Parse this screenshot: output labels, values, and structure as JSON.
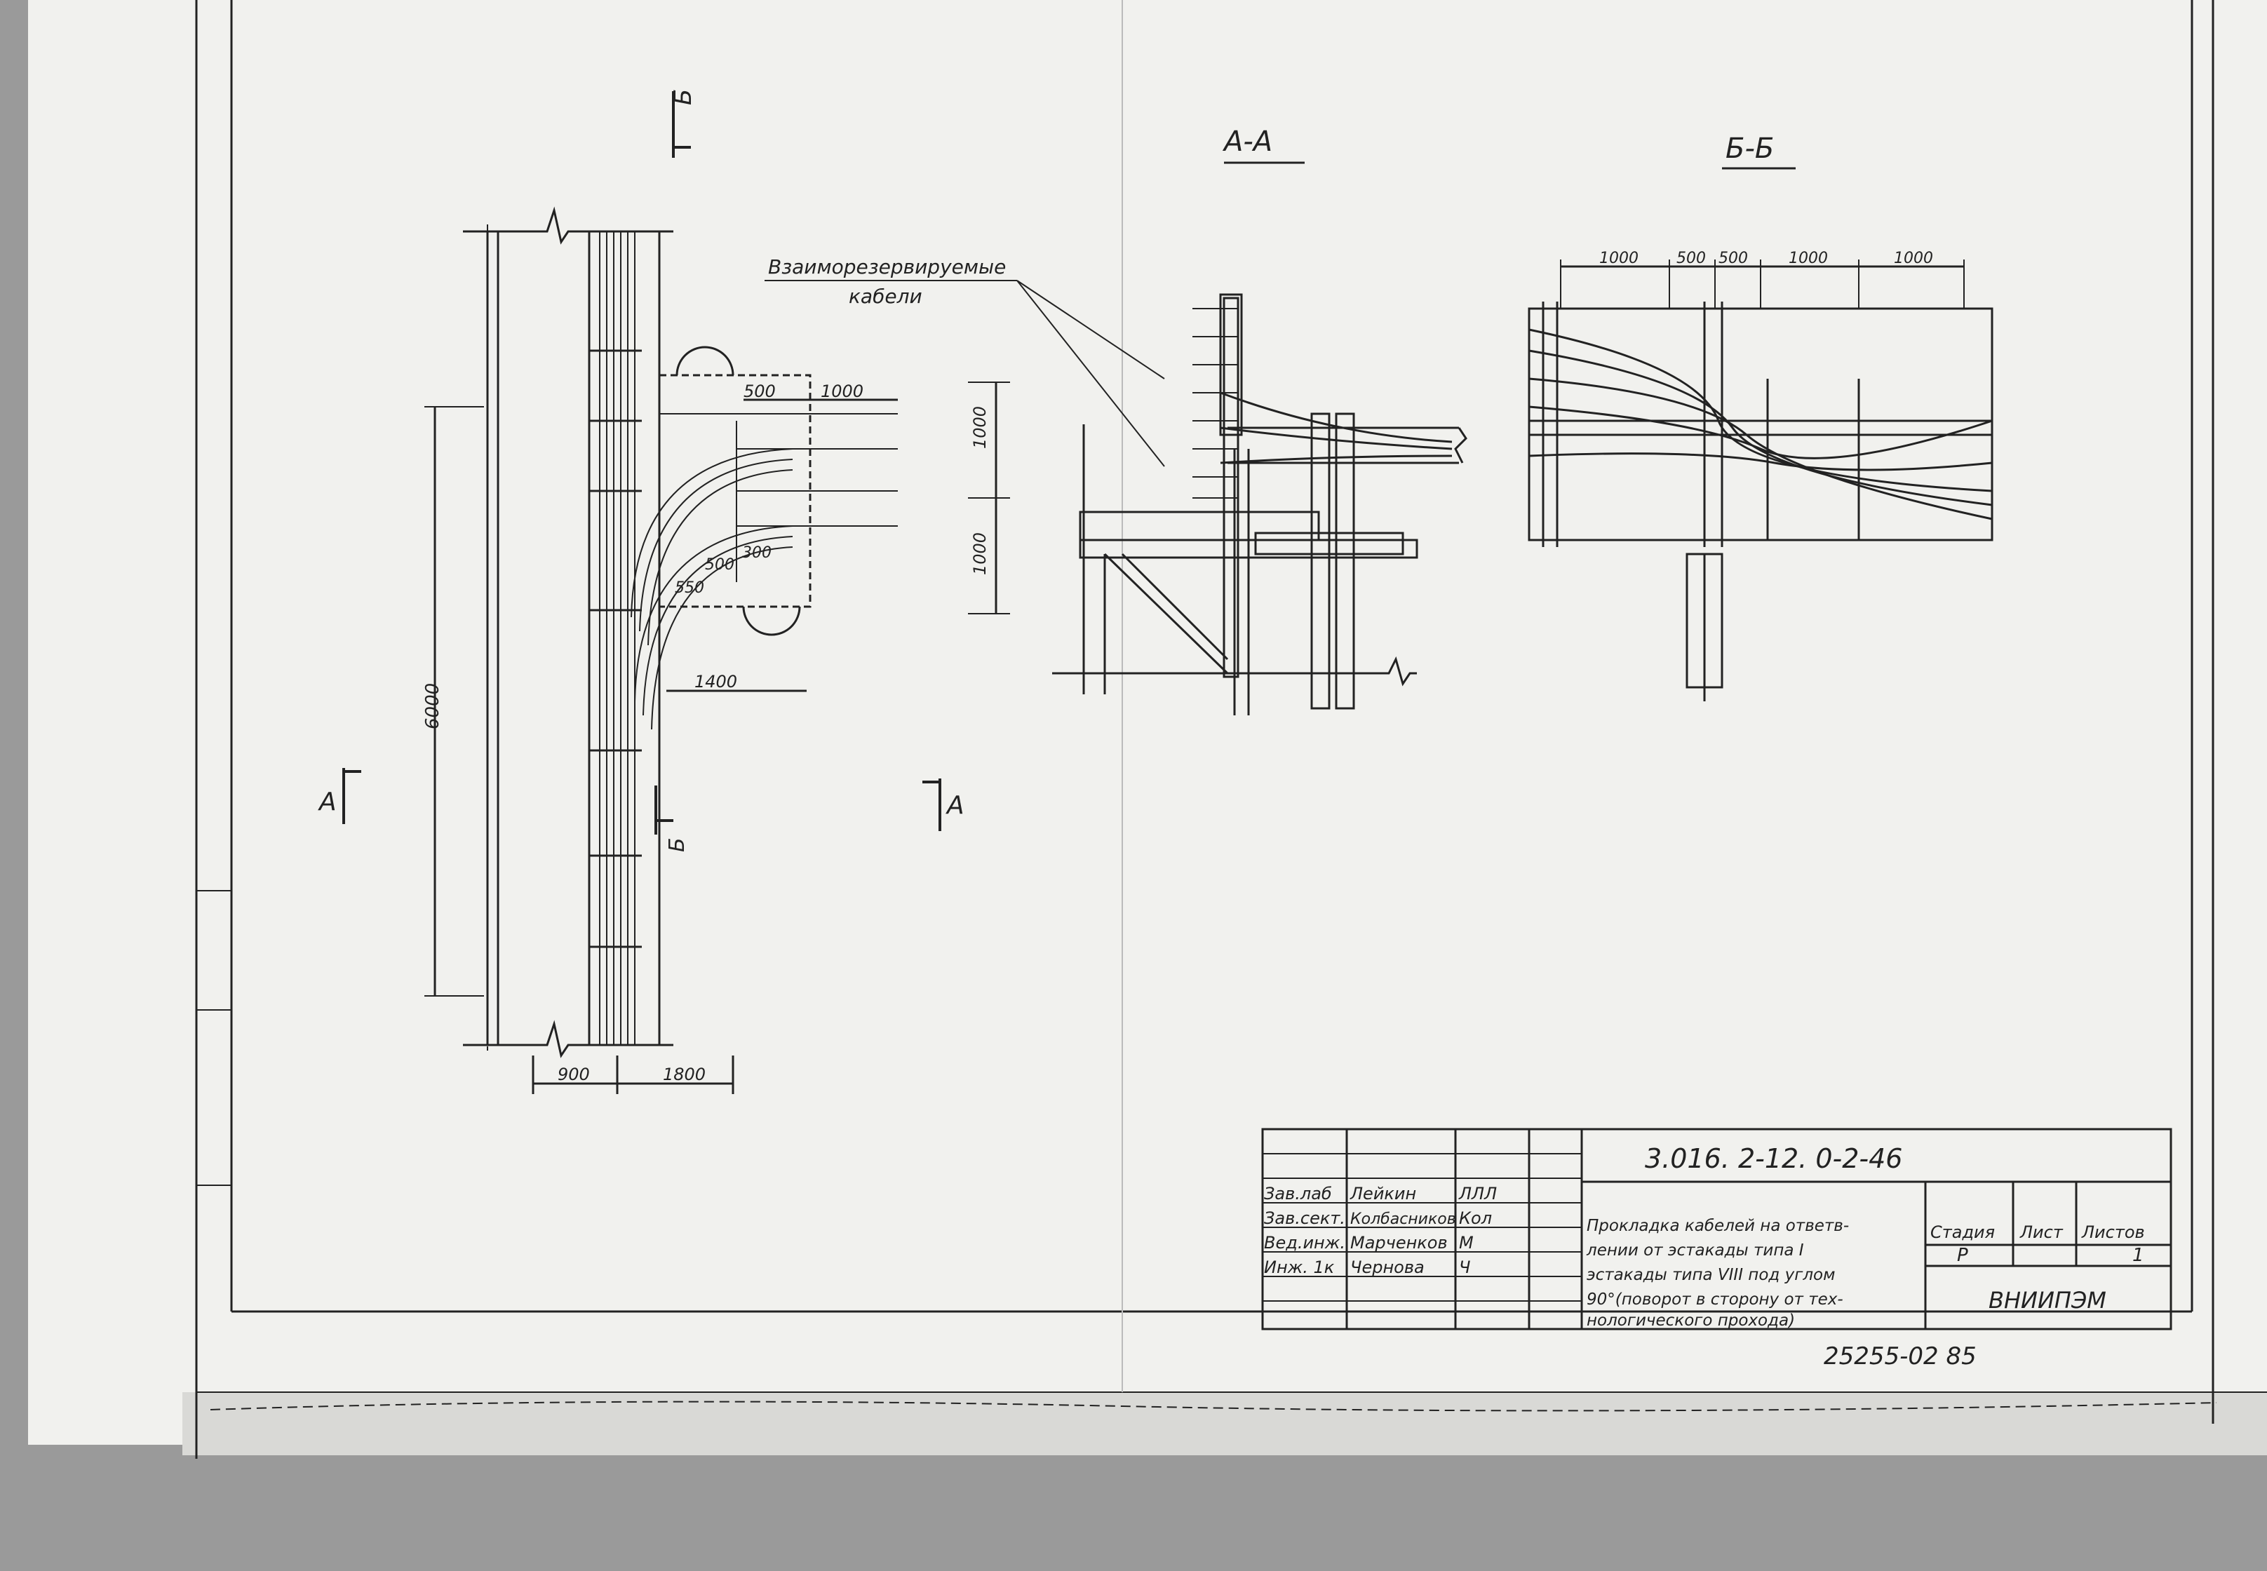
{
  "views": {
    "section_a": "А-А",
    "section_b": "Б-Б",
    "cut_marker_a": "А",
    "cut_marker_b": "Б"
  },
  "callout": {
    "line1": "Взаиморезервируемые",
    "line2": "кабели"
  },
  "plan_dims": {
    "d500": "500",
    "d1000": "1000",
    "d1000_v1": "1000",
    "d1000_v2": "1000",
    "d6000": "6000",
    "d1400": "1400",
    "d300": "300",
    "d500b": "500",
    "d550": "550",
    "d900": "900",
    "d1800": "1800"
  },
  "section_b_dims": [
    "1000",
    "500",
    "500",
    "1000",
    "1000"
  ],
  "title_block": {
    "doc_code": "3.016. 2-12. 0-2-46",
    "rows": [
      {
        "role": "Зав.лаб",
        "name": "Лейкин",
        "sign": "ЛЛЛ"
      },
      {
        "role": "Зав.сект.",
        "name": "Колбасников",
        "sign": "Кол"
      },
      {
        "role": "Вед.инж.",
        "name": "Марченков",
        "sign": "М"
      },
      {
        "role": "Инж. 1к",
        "name": "Чернова",
        "sign": "Ч"
      }
    ],
    "description": [
      "Прокладка кабелей на ответв-",
      "лении от эстакады типа I",
      "эстакады типа VIII под углом",
      "90°(поворот в сторону от тех-",
      "нологического прохода)"
    ],
    "stage_label": "Стадия",
    "sheet_label": "Лист",
    "sheets_label": "Листов",
    "stage_value": "Р",
    "sheets_value": "1",
    "org": "ВНИИПЭМ"
  },
  "archive_number": "25255-02  85"
}
